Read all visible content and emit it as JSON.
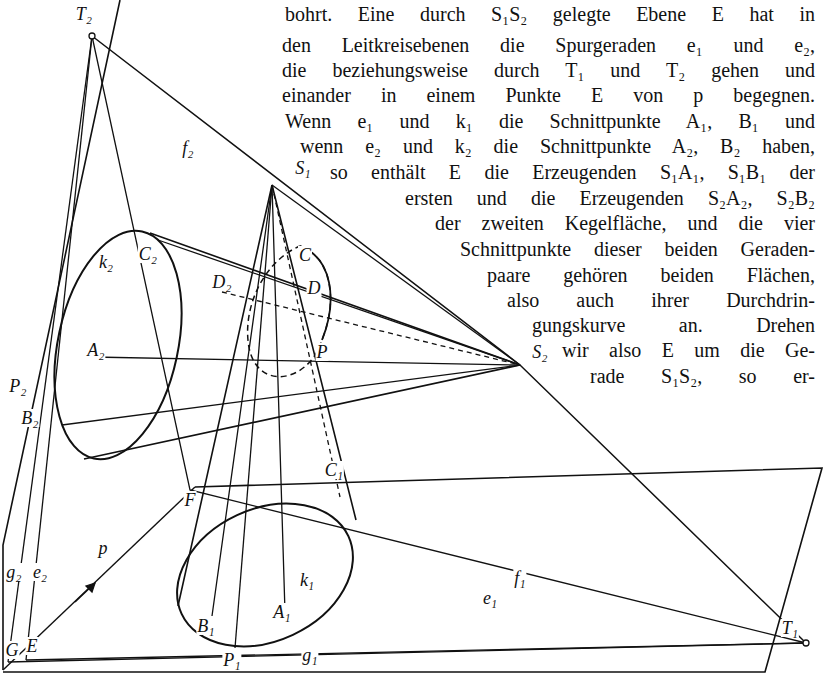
{
  "diagram": {
    "labels": [
      "bohrt. Eine durch S₁S₂ gelegte Ebene E hat in",
      "den Leitkreisebenen die Spurgeraden e₁ und e₂,",
      "die beziehungsweise durch T₁ und T₂ gehen und",
      "einander in einem Punkte E von p begegnen.",
      "Wenn e₁ und k₁ die Schnittpunkte A₁, B₁ und",
      "wenn e₂ und k₂ die Schnittpunkte A₂, B₂ haben,",
      "so enthält E die Erzeugenden S₁A₁, S₁B₁ der",
      "ersten und die Erzeugenden S₂A₂, S₂B₂",
      "der zweiten Kegelfläche, und die vier",
      "Schnittpunkte dieser beiden Geraden-",
      "paare gehören beiden Flächen,",
      "also auch ihrer Durchdrin-",
      "gungskurve an. Drehen",
      "wir also E um die Ge-",
      "rade S₁S₂, so er-",
      "T₂",
      "f₂",
      "C₂",
      "k₂",
      "S₁",
      "C",
      "D₂",
      "D",
      "A₂",
      "S₂",
      "P₂",
      "B₂",
      "P",
      "F",
      "g₂",
      "e₂",
      "p",
      "C₁",
      "f₁",
      "T₁",
      "k₁",
      "B₁",
      "A₁",
      "P₁",
      "g₁",
      "e₁",
      "G",
      "E"
    ]
  }
}
